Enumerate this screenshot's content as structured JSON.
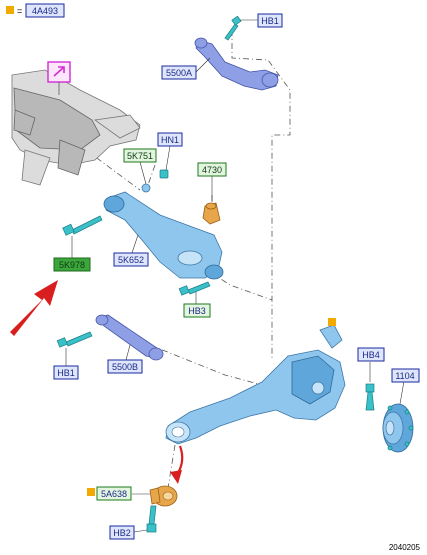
{
  "legend": {
    "code": "4A493",
    "swatch_color": "#f2a900"
  },
  "callouts": {
    "hb1_top": "HB1",
    "arm_5500a": "5500A",
    "link_5k751": "5K751",
    "nut_hn1": "HN1",
    "bush_4730": "4730",
    "bolt_5k978": "5K978",
    "arm_5k652": "5K652",
    "bolt_hb3": "HB3",
    "hb1_left": "HB1",
    "arm_5500b": "5500B",
    "bolt_hb4": "HB4",
    "hub_1104": "1104",
    "bush_5a638": "5A638",
    "bolt_hb2": "HB2"
  },
  "footer": {
    "ref_number": "2040205"
  },
  "colors": {
    "callout_blue": "#1a2aa0",
    "callout_green": "#1e7a1e",
    "accent_orange": "#f2a900",
    "arrow_red": "#d81e1e",
    "magenta": "#d42bd4"
  }
}
